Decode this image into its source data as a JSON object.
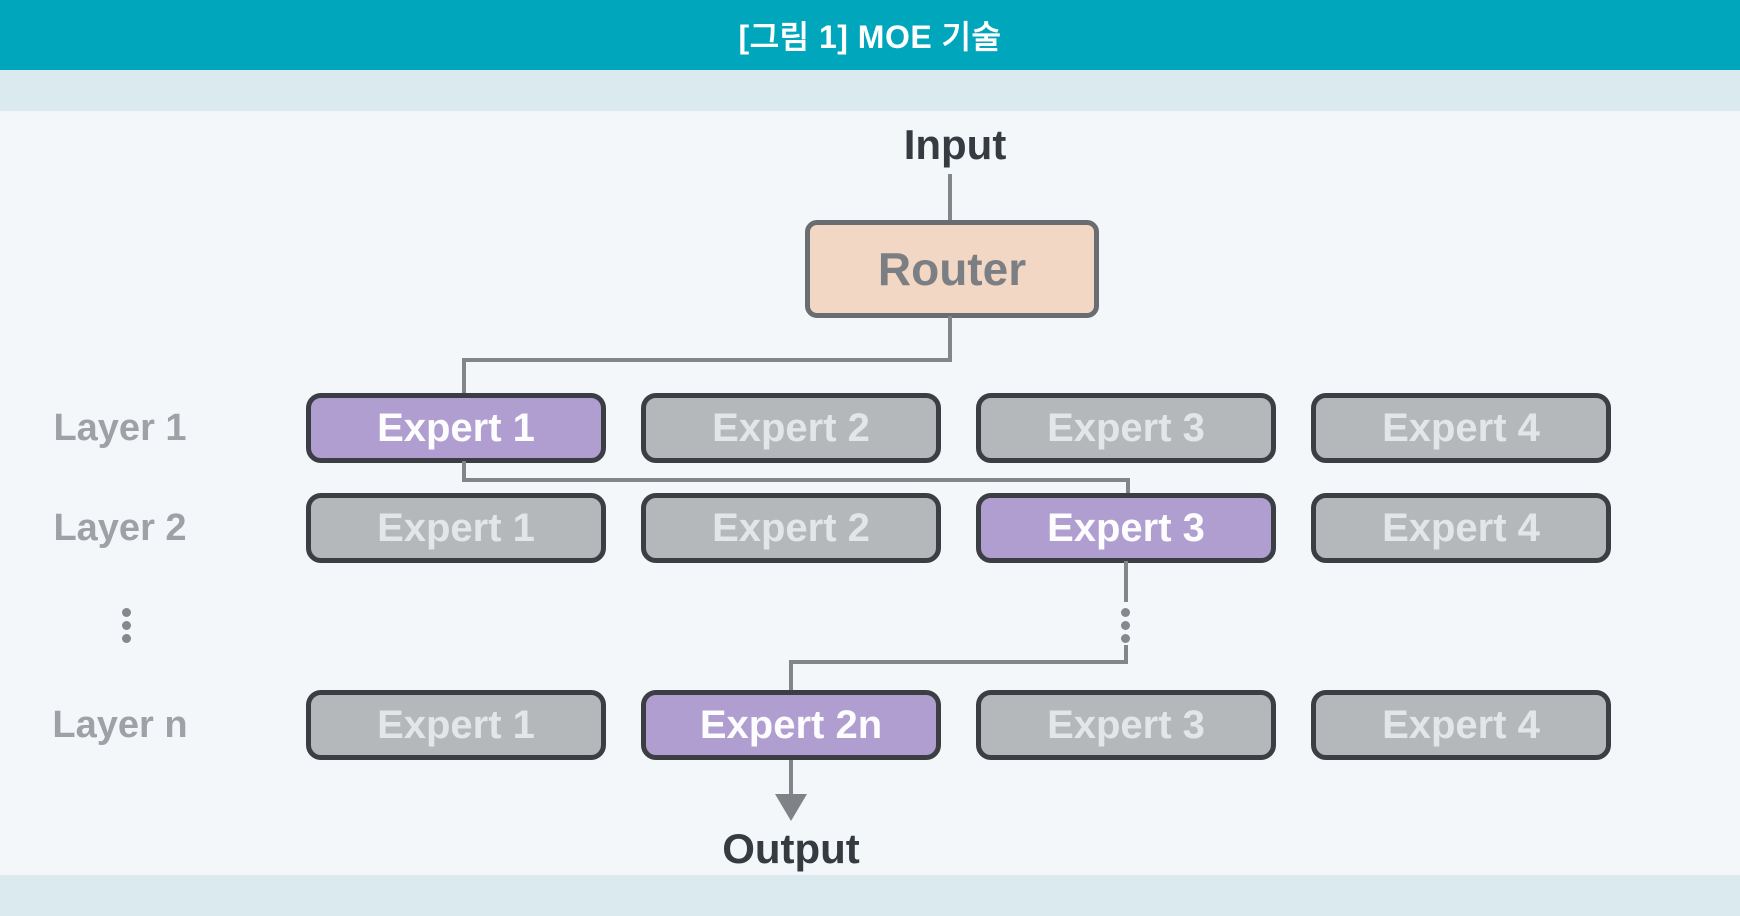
{
  "header": {
    "title": "[그림 1] MOE 기술"
  },
  "diagram": {
    "input_label": "Input",
    "router_label": "Router",
    "output_label": "Output",
    "ellipsis": "vertical-dots",
    "rows": [
      {
        "label": "Layer 1",
        "experts": [
          {
            "label": "Expert 1",
            "active": true
          },
          {
            "label": "Expert 2",
            "active": false
          },
          {
            "label": "Expert 3",
            "active": false
          },
          {
            "label": "Expert 4",
            "active": false
          }
        ]
      },
      {
        "label": "Layer 2",
        "experts": [
          {
            "label": "Expert 1",
            "active": false
          },
          {
            "label": "Expert 2",
            "active": false
          },
          {
            "label": "Expert 3",
            "active": true
          },
          {
            "label": "Expert 4",
            "active": false
          }
        ]
      },
      {
        "label": "Layer n",
        "experts": [
          {
            "label": "Expert 1",
            "active": false
          },
          {
            "label": "Expert 2n",
            "active": true
          },
          {
            "label": "Expert 3",
            "active": false
          },
          {
            "label": "Expert 4",
            "active": false
          }
        ]
      }
    ],
    "colors": {
      "header_teal": "#00A7BC",
      "strip_blue": "#DBEAEF",
      "background": "#F3F7F9",
      "router_fill": "#F3D7C5",
      "expert_gray_fill": "#B5B8BB",
      "expert_active_fill": "#B09ED1",
      "box_border": "#3B3F43",
      "connector_gray": "#828689"
    }
  }
}
